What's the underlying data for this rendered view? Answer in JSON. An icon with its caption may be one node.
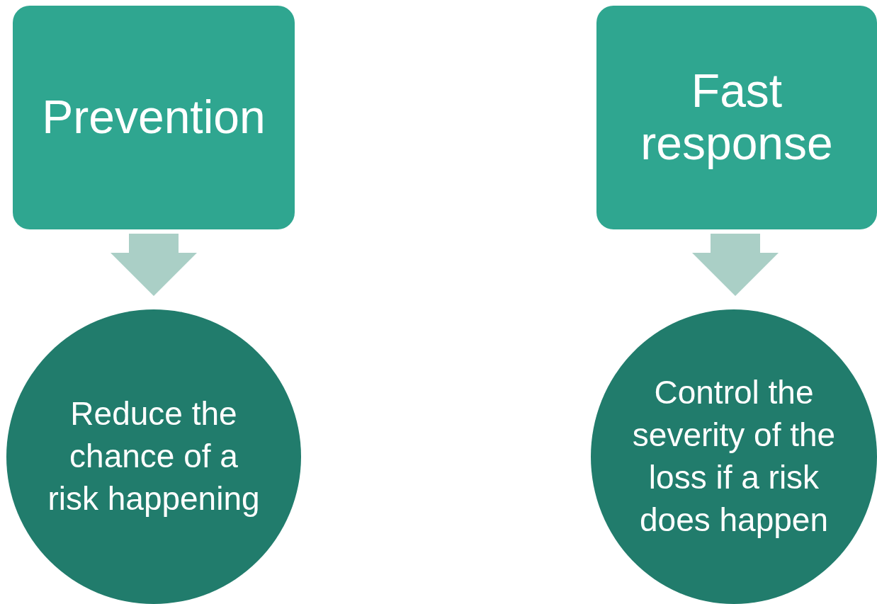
{
  "diagram": {
    "nodes": [
      {
        "text": [
          "Prevention"
        ]
      },
      {
        "text": [
          "Reduce the chance of a risk happening"
        ]
      },
      {
        "text": [
          "Fast response"
        ]
      },
      {
        "text": [
          "Control the severity of the loss if a risk does happen"
        ]
      }
    ],
    "edges": [
      {
        "from": 0,
        "to": 1,
        "arrow": "to"
      },
      {
        "from": 2,
        "to": 3,
        "arrow": "to"
      }
    ]
  }
}
